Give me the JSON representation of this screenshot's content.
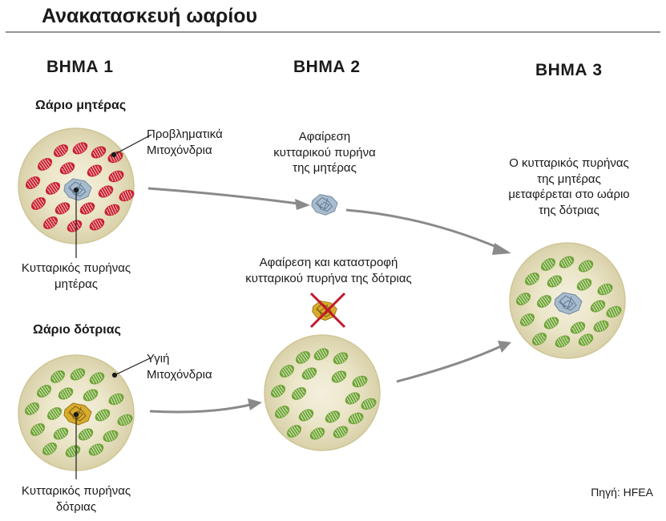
{
  "title": "Ανακατασκευή ωαρίου",
  "steps": {
    "step1": "ΒΗΜΑ 1",
    "step2": "ΒΗΜΑ 2",
    "step3": "ΒΗΜΑ 3"
  },
  "egg_labels": {
    "mother": "Ωάριο μητέρας",
    "donor": "Ωάριο δότριας"
  },
  "labels": {
    "problem_mito_1": "Προβληματικά",
    "problem_mito_2": "Μιτοχόνδρια",
    "mother_nucleus_1": "Κυτταρικός πυρήνας",
    "mother_nucleus_2": "μητέρας",
    "healthy_mito_1": "Υγιή",
    "healthy_mito_2": "Μιτοχόνδρια",
    "donor_nucleus_1": "Κυτταρικός πυρήνας",
    "donor_nucleus_2": "δότριας",
    "removal_mother_1": "Αφαίρεση",
    "removal_mother_2": "κυτταρικού πυρήνα",
    "removal_mother_3": "της μητέρας",
    "destroy_donor_1": "Αφαίρεση και καταστροφή",
    "destroy_donor_2": "κυτταρικού πυρήνα της δότριας",
    "transfer_1": "Ο κυτταρικός πυρήνας",
    "transfer_2": "της μητέρας",
    "transfer_3": "μεταφέρεται στο ωάριο",
    "transfer_4": "της δότριας"
  },
  "source": "Πηγή: HFEA",
  "colors": {
    "cell_fill": "#ded7b1",
    "cell_center": "#f3efdc",
    "problem_mito": "#c8202f",
    "healthy_mito": "#6fa337",
    "mother_nucleus": "#a9bccd",
    "donor_nucleus": "#d8ab2e",
    "arrow": "#8a8a8a",
    "cross": "#c0192c"
  }
}
